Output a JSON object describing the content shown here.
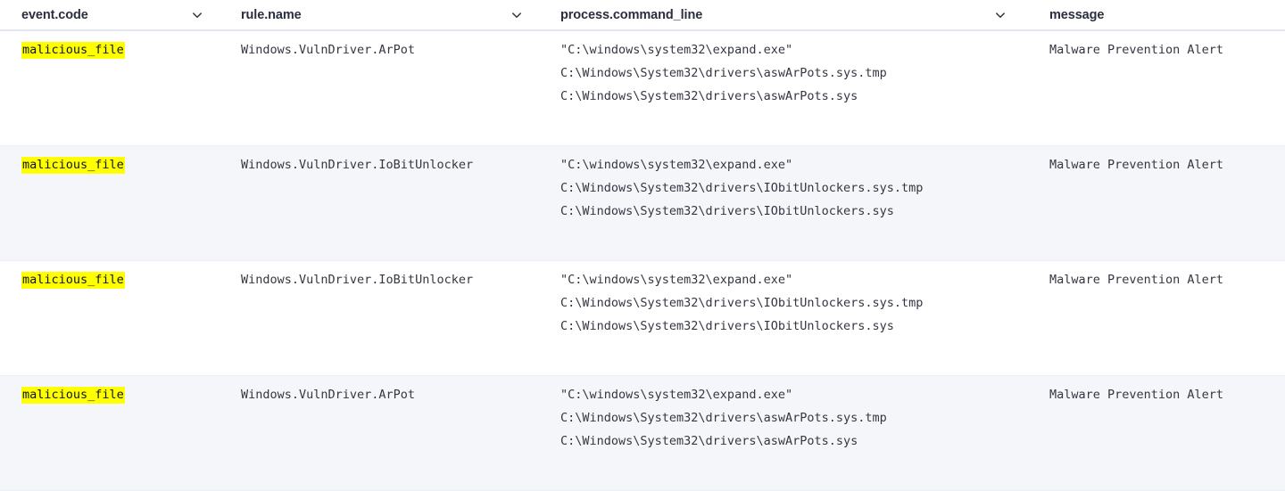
{
  "table": {
    "columns": [
      {
        "id": "event-code",
        "label": "event.code",
        "sort_icon": "chevron-down-icon"
      },
      {
        "id": "rule-name",
        "label": "rule.name",
        "sort_icon": "chevron-down-icon"
      },
      {
        "id": "process-command-line",
        "label": "process.command_line",
        "sort_icon": "chevron-down-icon"
      },
      {
        "id": "message",
        "label": "message",
        "sort_icon": null
      }
    ],
    "highlight_color": "#ffff00",
    "stripe_color": "#f5f6fa",
    "rows": [
      {
        "event_code": "malicious_file",
        "event_code_highlighted": true,
        "rule_name": "Windows.VulnDriver.ArPot",
        "command_line": [
          "\"C:\\windows\\system32\\expand.exe\"",
          "C:\\Windows\\System32\\drivers\\aswArPots.sys.tmp",
          "C:\\Windows\\System32\\drivers\\aswArPots.sys"
        ],
        "message": "Malware Prevention Alert"
      },
      {
        "event_code": "malicious_file",
        "event_code_highlighted": true,
        "rule_name": "Windows.VulnDriver.IoBitUnlocker",
        "command_line": [
          "\"C:\\windows\\system32\\expand.exe\"",
          "C:\\Windows\\System32\\drivers\\IObitUnlockers.sys.tmp",
          "C:\\Windows\\System32\\drivers\\IObitUnlockers.sys"
        ],
        "message": "Malware Prevention Alert"
      },
      {
        "event_code": "malicious_file",
        "event_code_highlighted": true,
        "rule_name": "Windows.VulnDriver.IoBitUnlocker",
        "command_line": [
          "\"C:\\windows\\system32\\expand.exe\"",
          "C:\\Windows\\System32\\drivers\\IObitUnlockers.sys.tmp",
          "C:\\Windows\\System32\\drivers\\IObitUnlockers.sys"
        ],
        "message": "Malware Prevention Alert"
      },
      {
        "event_code": "malicious_file",
        "event_code_highlighted": true,
        "rule_name": "Windows.VulnDriver.ArPot",
        "command_line": [
          "\"C:\\windows\\system32\\expand.exe\"",
          "C:\\Windows\\System32\\drivers\\aswArPots.sys.tmp",
          "C:\\Windows\\System32\\drivers\\aswArPots.sys"
        ],
        "message": "Malware Prevention Alert"
      }
    ]
  }
}
